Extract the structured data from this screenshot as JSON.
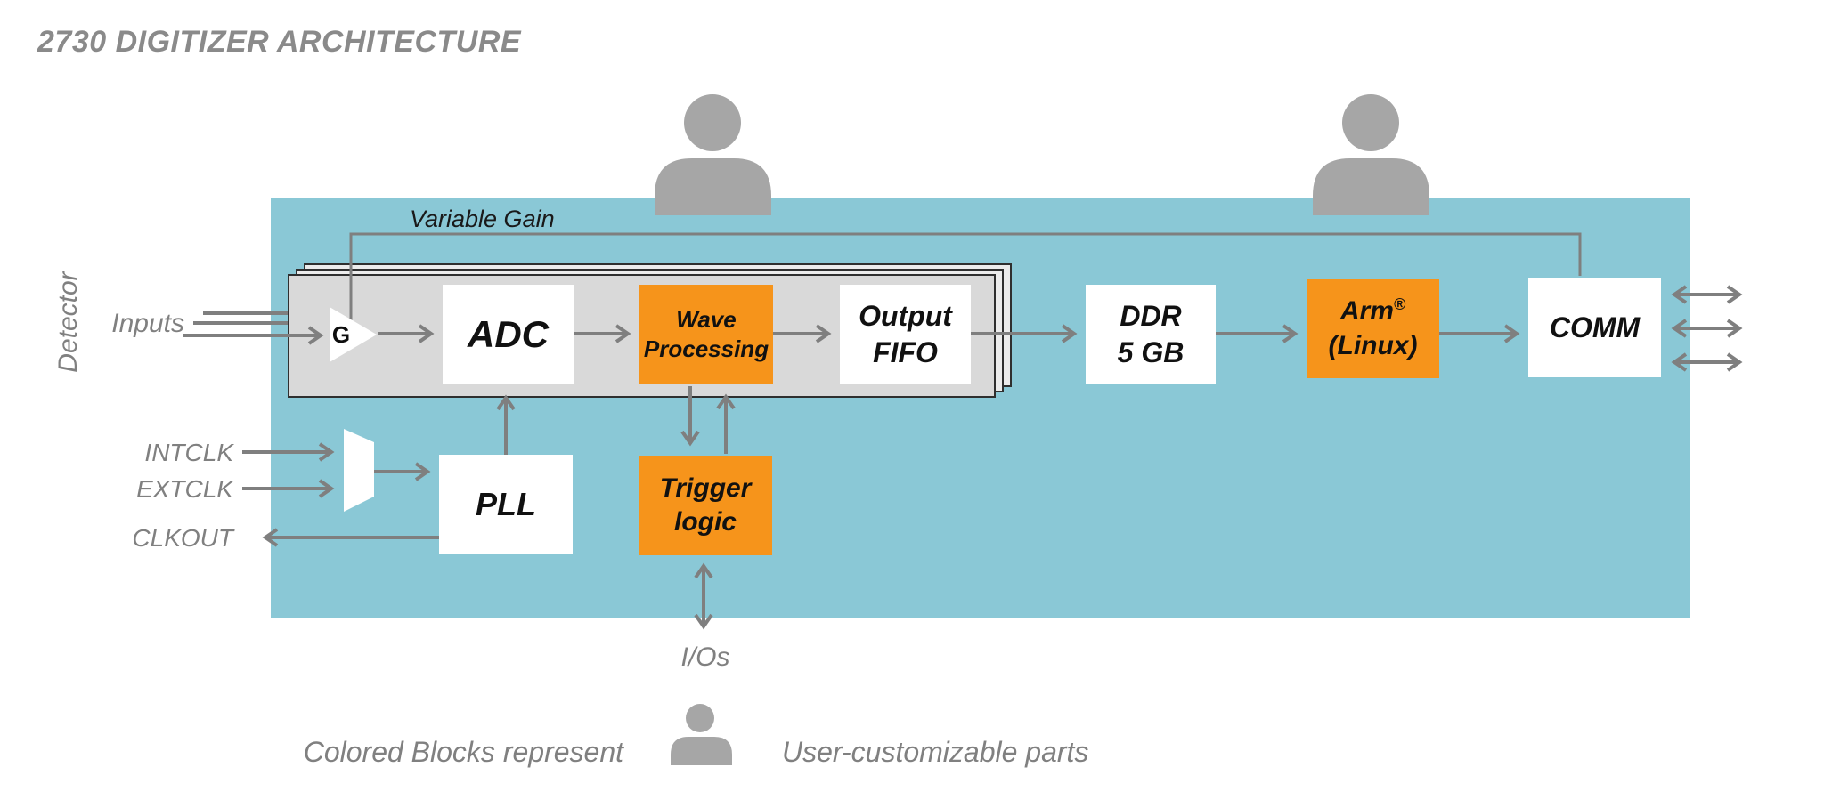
{
  "title": "2730 DIGITIZER ARCHITECTURE",
  "colors": {
    "board_blue": "#8AC8D6",
    "accent_orange": "#F6941B",
    "panel_gray": "#D9D9D9",
    "panel_back_gray": "#ECECEC",
    "arrow_gray": "#7F7F7F",
    "label_gray": "#808080",
    "title_gray": "#8A8A8A",
    "person_gray": "#A6A6A6",
    "ink": "#111111",
    "background": "#FFFFFF"
  },
  "left_labels": {
    "detector": "Detector",
    "inputs": "Inputs"
  },
  "clock_labels": {
    "intclk": "INTCLK",
    "extclk": "EXTCLK",
    "clkout": "CLKOUT"
  },
  "annotations": {
    "variable_gain": "Variable Gain",
    "ios": "I/Os"
  },
  "blocks": {
    "gain": "G",
    "adc": "ADC",
    "wave": {
      "line1": "Wave",
      "line2": "Processing"
    },
    "fifo": {
      "line1": "Output",
      "line2": "FIFO"
    },
    "ddr": {
      "line1": "DDR",
      "line2": "5 GB"
    },
    "arm": {
      "name": "Arm",
      "reg": "®",
      "os": "(Linux)"
    },
    "comm": "COMM",
    "pll": "PLL",
    "trigger": {
      "line1": "Trigger",
      "line2": "logic"
    }
  },
  "legend": {
    "prefix": "Colored Blocks represent",
    "suffix": "User-customizable parts"
  }
}
